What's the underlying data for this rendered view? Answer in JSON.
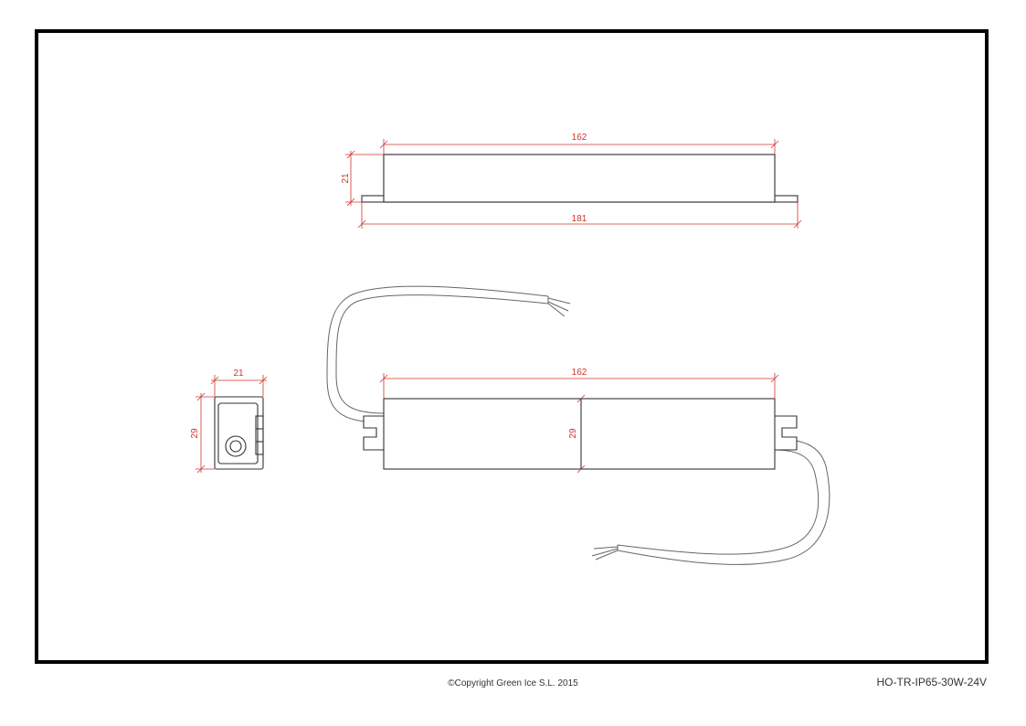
{
  "drawing": {
    "top_view": {
      "dims": {
        "body_length": "162",
        "height": "21",
        "total_length": "181"
      }
    },
    "side_view": {
      "dims": {
        "body_length": "162",
        "height": "29"
      }
    },
    "end_view": {
      "dims": {
        "width": "21",
        "height": "29"
      }
    },
    "colors": {
      "dimension": "#d0342c",
      "outline": "#333333",
      "frame": "#000000"
    }
  },
  "footer": {
    "copyright": "©Copyright Green Ice S.L. 2015",
    "model": "HO-TR-IP65-30W-24V"
  }
}
